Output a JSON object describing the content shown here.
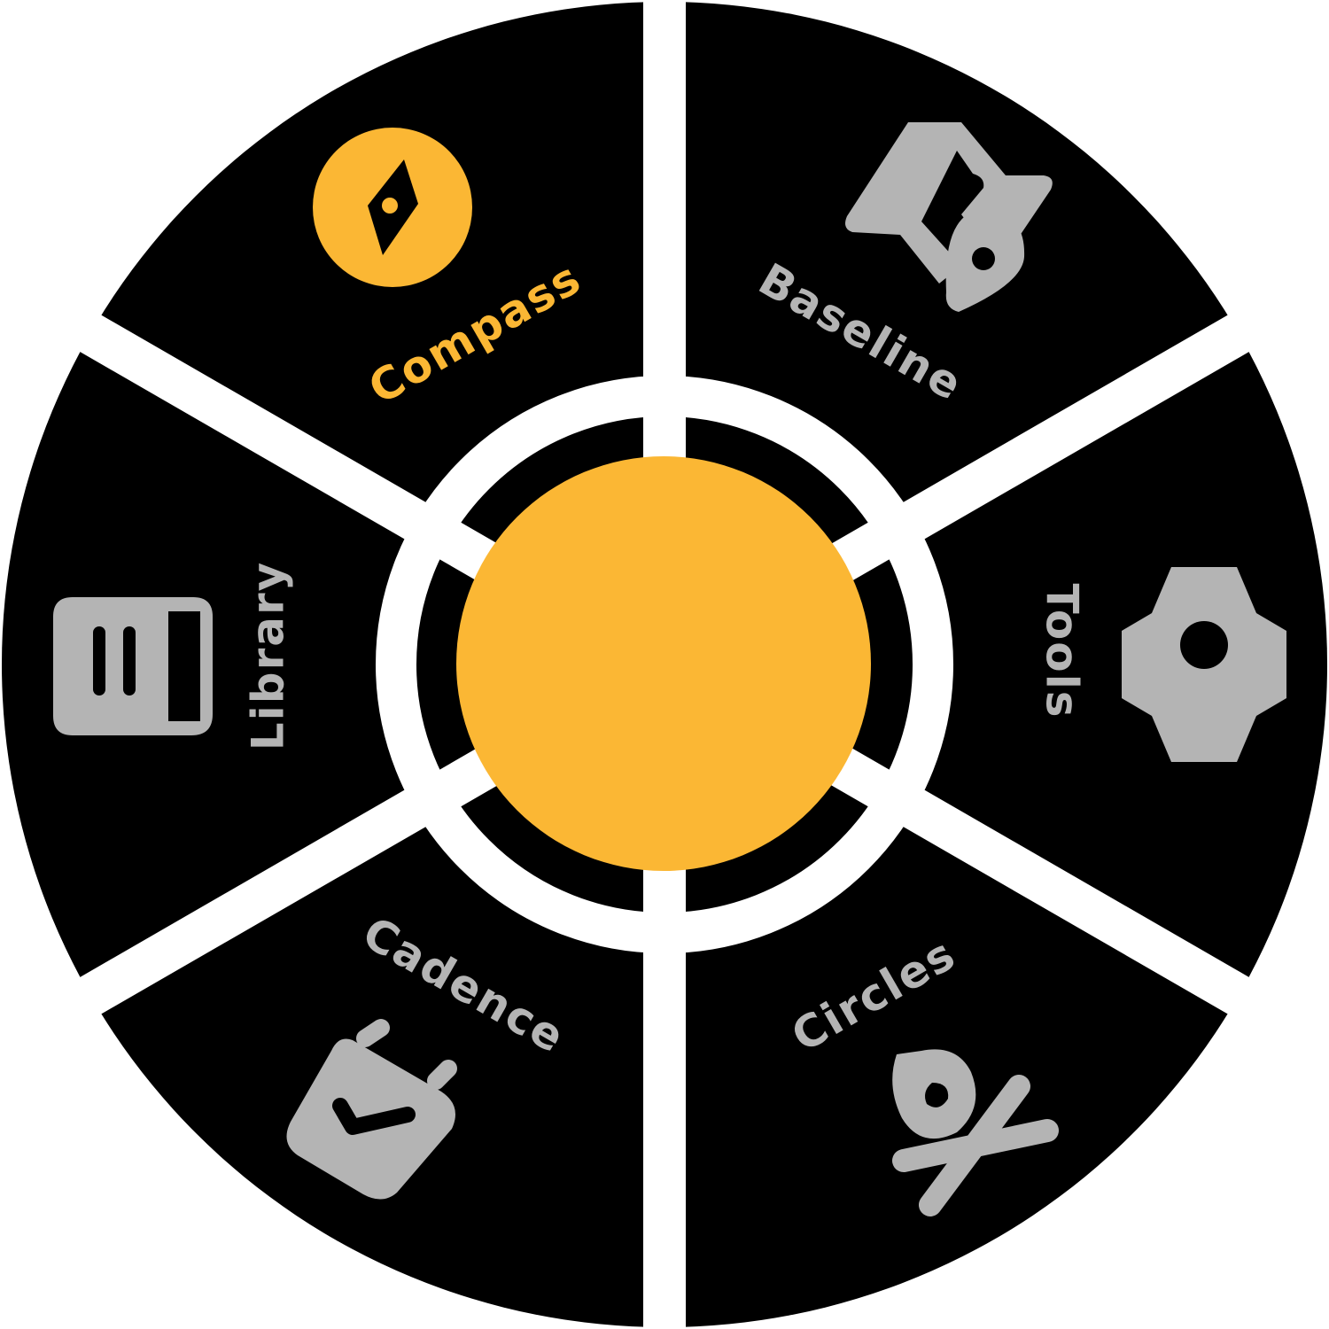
{
  "colors": {
    "background": "#ffffff",
    "segment": "#000000",
    "active": "#fbb734",
    "inactive": "#b4b4b4",
    "hub": "#fbb734"
  },
  "wheel": {
    "active_segment": "compass",
    "segments": [
      {
        "id": "compass",
        "label": "Compass",
        "icon": "compass-icon",
        "active": true
      },
      {
        "id": "baseline",
        "label": "Baseline",
        "icon": "map-pin-icon",
        "active": false
      },
      {
        "id": "tools",
        "label": "Tools",
        "icon": "gear-icon",
        "active": false
      },
      {
        "id": "circles",
        "label": "Circles",
        "icon": "people-off-icon",
        "active": false
      },
      {
        "id": "cadence",
        "label": "Cadence",
        "icon": "calendar-check-icon",
        "active": false
      },
      {
        "id": "library",
        "label": "Library",
        "icon": "book-icon",
        "active": false
      }
    ]
  }
}
